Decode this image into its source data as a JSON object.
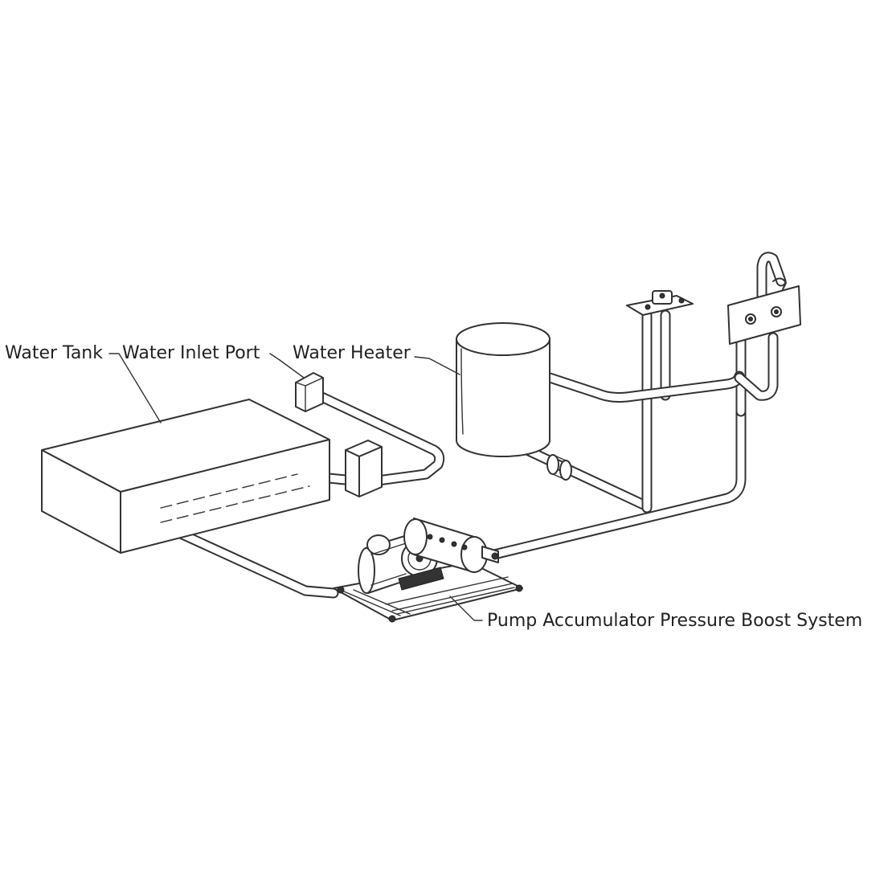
{
  "labels": {
    "water_tank": "Water Tank",
    "water_inlet_port": "Water Inlet Port",
    "water_heater": "Water Heater",
    "pump_system": "Pump Accumulator Pressure Boost System"
  },
  "colors": {
    "line": "#333333",
    "background": "#ffffff"
  }
}
